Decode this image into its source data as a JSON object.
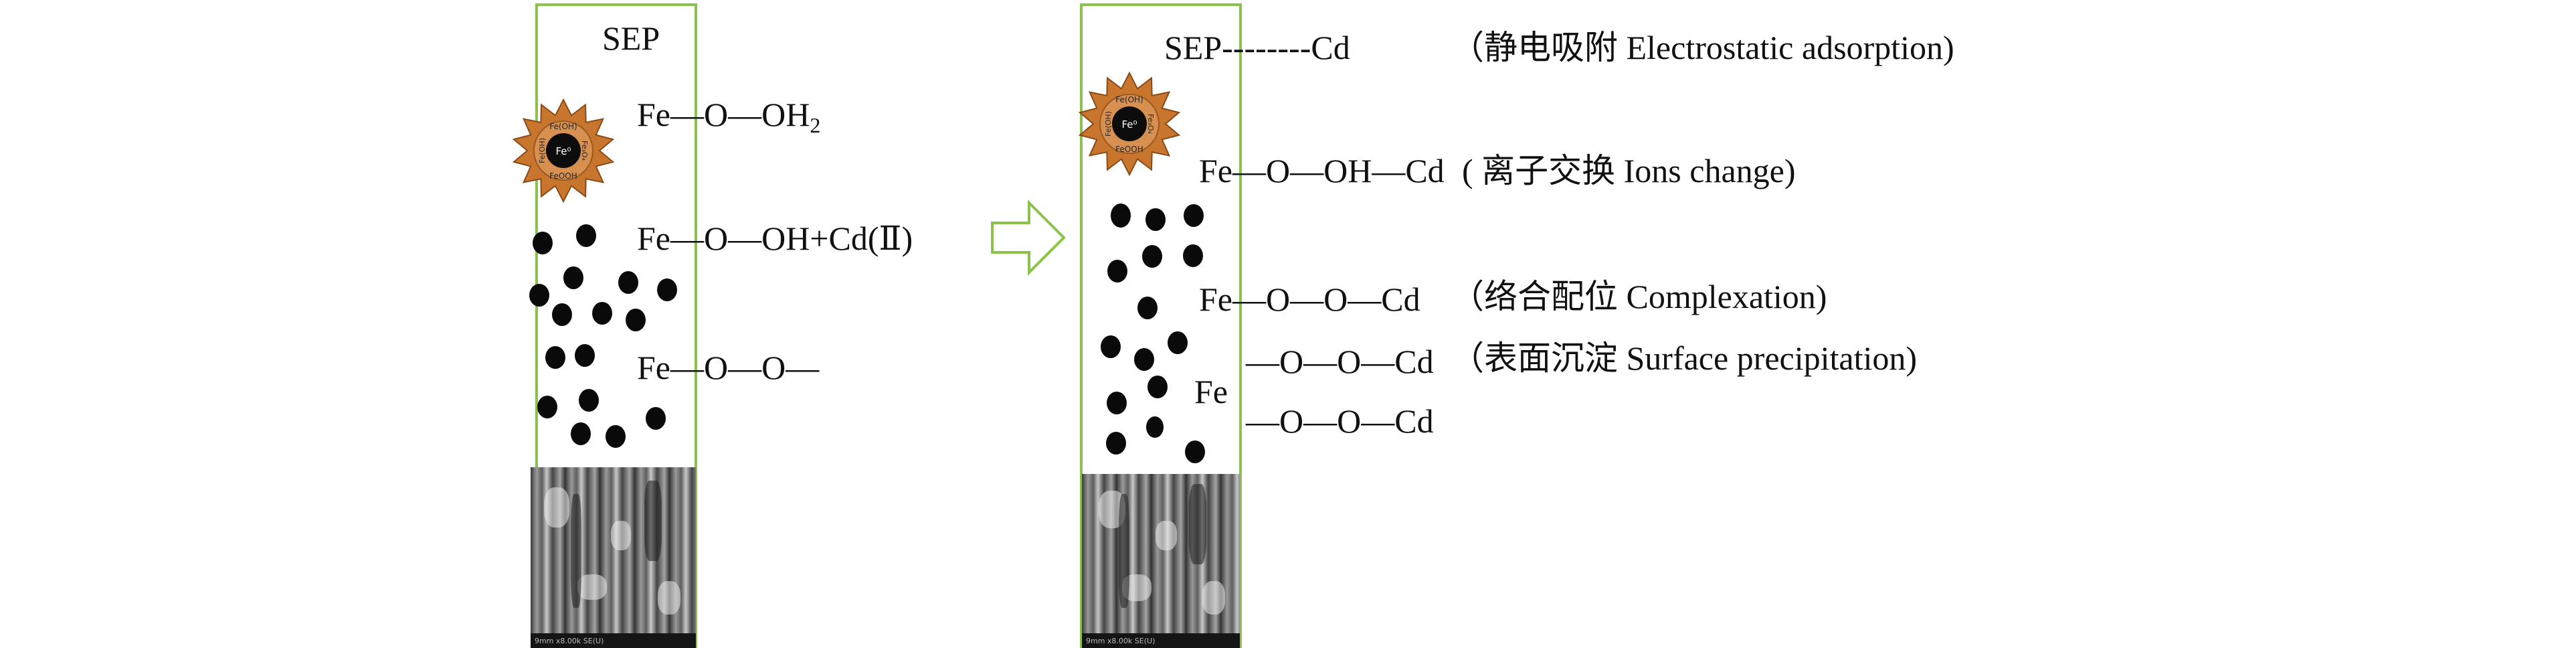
{
  "left_panel": {
    "title": "SEP",
    "particle": {
      "center": "Fe⁰",
      "rim_top": "Fe(OH)",
      "rim_left": "Fe(OH)",
      "rim_right": "Fe₃O₄",
      "rim_bottom": "FeOOH"
    },
    "formula1": {
      "main": "Fe—O—OH",
      "sub": "2"
    },
    "formula2": "Fe—O—OH+Cd(Ⅱ)",
    "formula3": "Fe—O—O—",
    "sem_caption": "9mm x8.00k SE(U)"
  },
  "arrow_icon": "hollow-right-arrow",
  "right_panel": {
    "particle": {
      "center": "Fe⁰",
      "rim_top": "Fe(OH)",
      "rim_left": "Fe(OH)",
      "rim_right": "Fe₃O₄",
      "rim_bottom": "FeOOH"
    },
    "row1": {
      "left": "SEP--------Cd",
      "desc": "（静电吸附 Electrostatic adsorption)"
    },
    "row2": {
      "left": "Fe—O—OH—Cd",
      "desc": "( 离子交换 Ions change)"
    },
    "row3": {
      "left": "Fe—O—O—Cd",
      "desc": "（络合配位 Complexation)"
    },
    "row4": {
      "left": "—O—O—Cd",
      "desc": "（表面沉淀 Surface precipitation)"
    },
    "row5_fe": "Fe",
    "row6": {
      "left": "—O—O—Cd"
    },
    "sem_caption": "9mm x8.00k SE(U)"
  },
  "colors": {
    "panel_border": "#8bc34a",
    "particle_orange": "#c8752e",
    "arrow": "#8bc34a"
  }
}
